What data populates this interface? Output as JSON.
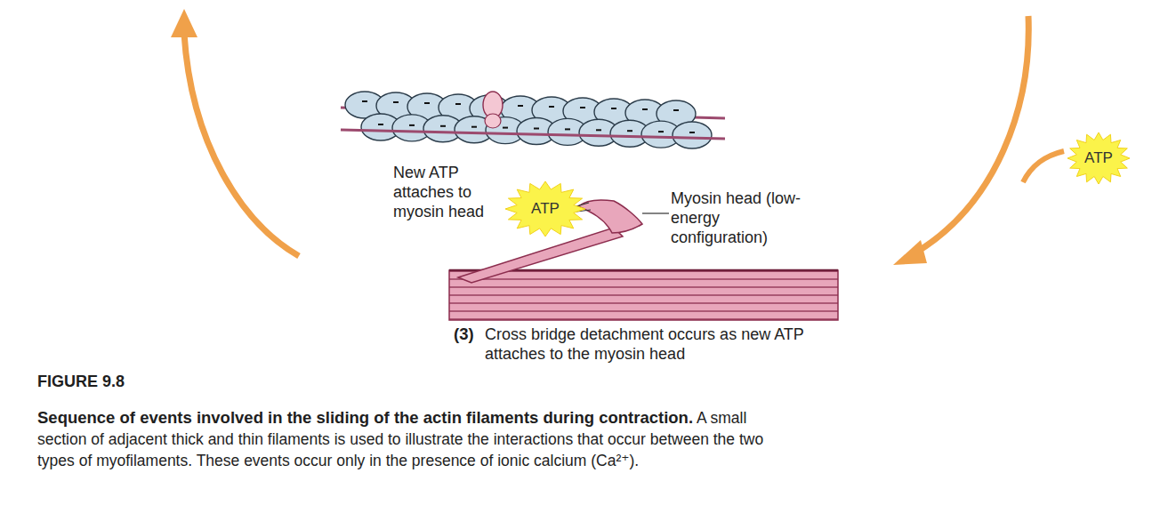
{
  "diagram": {
    "title": "FIGURE 9.8",
    "caption": "A small section of adjacent thick and thin filaments is used to illustrate the interactions that occur between the two types of myofilaments. These events occur only in the presence of ionic calcium (Ca²⁺).",
    "nodes": [
      {
        "text": [
          "ATP"
        ]
      },
      {
        "text": [
          "ATP"
        ]
      }
    ],
    "labels": [
      "New ATP attaches to myosin head",
      "Myosin head (low-energy configuration)",
      "(3)",
      "Cross bridge detachment occurs as new ATP attaches to the myosin head",
      "Sequence of events involved in the sliding of the actin filaments during contraction."
    ]
  }
}
